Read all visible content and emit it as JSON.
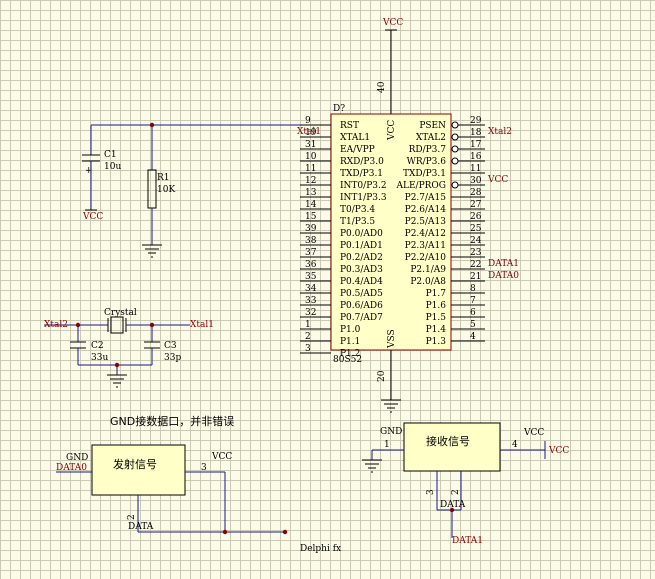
{
  "chip": {
    "ref": "D?",
    "part": "80S52",
    "vcc_pin": "40",
    "gnd_pin": "20",
    "vcc_label": "VCC",
    "vss_label": "VSS",
    "vcc_power": "VCC",
    "left_pins": [
      {
        "num": "9",
        "label": "RST"
      },
      {
        "num": "19",
        "label": "XTAL1"
      },
      {
        "num": "31",
        "label": "EA/VPP"
      },
      {
        "num": "10",
        "label": "RXD/P3.0"
      },
      {
        "num": "11",
        "label": "TXD/P3.1"
      },
      {
        "num": "12",
        "label": "INT0/P3.2"
      },
      {
        "num": "13",
        "label": "INT1/P3.3"
      },
      {
        "num": "14",
        "label": "T0/P3.4"
      },
      {
        "num": "15",
        "label": "T1/P3.5"
      },
      {
        "num": "39",
        "label": "P0.0/AD0"
      },
      {
        "num": "38",
        "label": "P0.1/AD1"
      },
      {
        "num": "37",
        "label": "P0.2/AD2"
      },
      {
        "num": "36",
        "label": "P0.3/AD3"
      },
      {
        "num": "35",
        "label": "P0.4/AD4"
      },
      {
        "num": "34",
        "label": "P0.5/AD5"
      },
      {
        "num": "33",
        "label": "P0.6/AD6"
      },
      {
        "num": "32",
        "label": "P0.7/AD7"
      },
      {
        "num": "1",
        "label": "P1.0"
      },
      {
        "num": "2",
        "label": "P1.1"
      },
      {
        "num": "3",
        "label": "P1.2"
      }
    ],
    "right_pins": [
      {
        "num": "29",
        "label": "PSEN"
      },
      {
        "num": "18",
        "label": "XTAL2"
      },
      {
        "num": "17",
        "label": "RD/P3.7"
      },
      {
        "num": "16",
        "label": "WR/P3.6"
      },
      {
        "num": "11",
        "label": "TXD/P3.1"
      },
      {
        "num": "30",
        "label": "ALE/PROG"
      },
      {
        "num": "28",
        "label": "P2.7/A15"
      },
      {
        "num": "27",
        "label": "P2.6/A14"
      },
      {
        "num": "26",
        "label": "P2.5/A13"
      },
      {
        "num": "25",
        "label": "P2.4/A12"
      },
      {
        "num": "24",
        "label": "P2.3/A11"
      },
      {
        "num": "23",
        "label": "P2.2/A10"
      },
      {
        "num": "22",
        "label": "P2.1/A9"
      },
      {
        "num": "21",
        "label": "P2.0/A8"
      },
      {
        "num": "8",
        "label": "P1.7"
      },
      {
        "num": "7",
        "label": "P1.6"
      },
      {
        "num": "6",
        "label": "P1.5"
      },
      {
        "num": "5",
        "label": "P1.4"
      },
      {
        "num": "4",
        "label": "P1.3"
      }
    ],
    "left_net_xtal1": "Xtal1",
    "right_net_xtal2": "Xtal2",
    "right_net_vcc": "VCC",
    "right_net_data1": "DATA1",
    "right_net_data0": "DATA0"
  },
  "reset_circuit": {
    "c1_ref": "C1",
    "c1_val": "10u",
    "c1_vcc": "VCC",
    "r1_ref": "R1",
    "r1_val": "10K"
  },
  "crystal_circuit": {
    "crystal_label": "Crystal",
    "xtal2_net": "Xtal2",
    "xtal1_net": "Xtal1",
    "c2_ref": "C2",
    "c2_val": "33u",
    "c3_ref": "C3",
    "c3_val": "33p"
  },
  "note": "GND接数据口，并非错误",
  "transmitter": {
    "label": "发射信号",
    "gnd_label": "GND",
    "data0_net": "DATA0",
    "pin3": "3",
    "pin2": "2",
    "vcc_label": "VCC",
    "data_label": "DATA"
  },
  "receiver": {
    "label": "接收信号",
    "gnd_label": "GND",
    "pin1": "1",
    "pin4": "4",
    "pin3": "3",
    "pin2": "2",
    "vcc_label": "VCC",
    "vcc_net": "VCC",
    "data_label": "DATA",
    "data1_net": "DATA1"
  },
  "footer_text": "Delphi fx"
}
